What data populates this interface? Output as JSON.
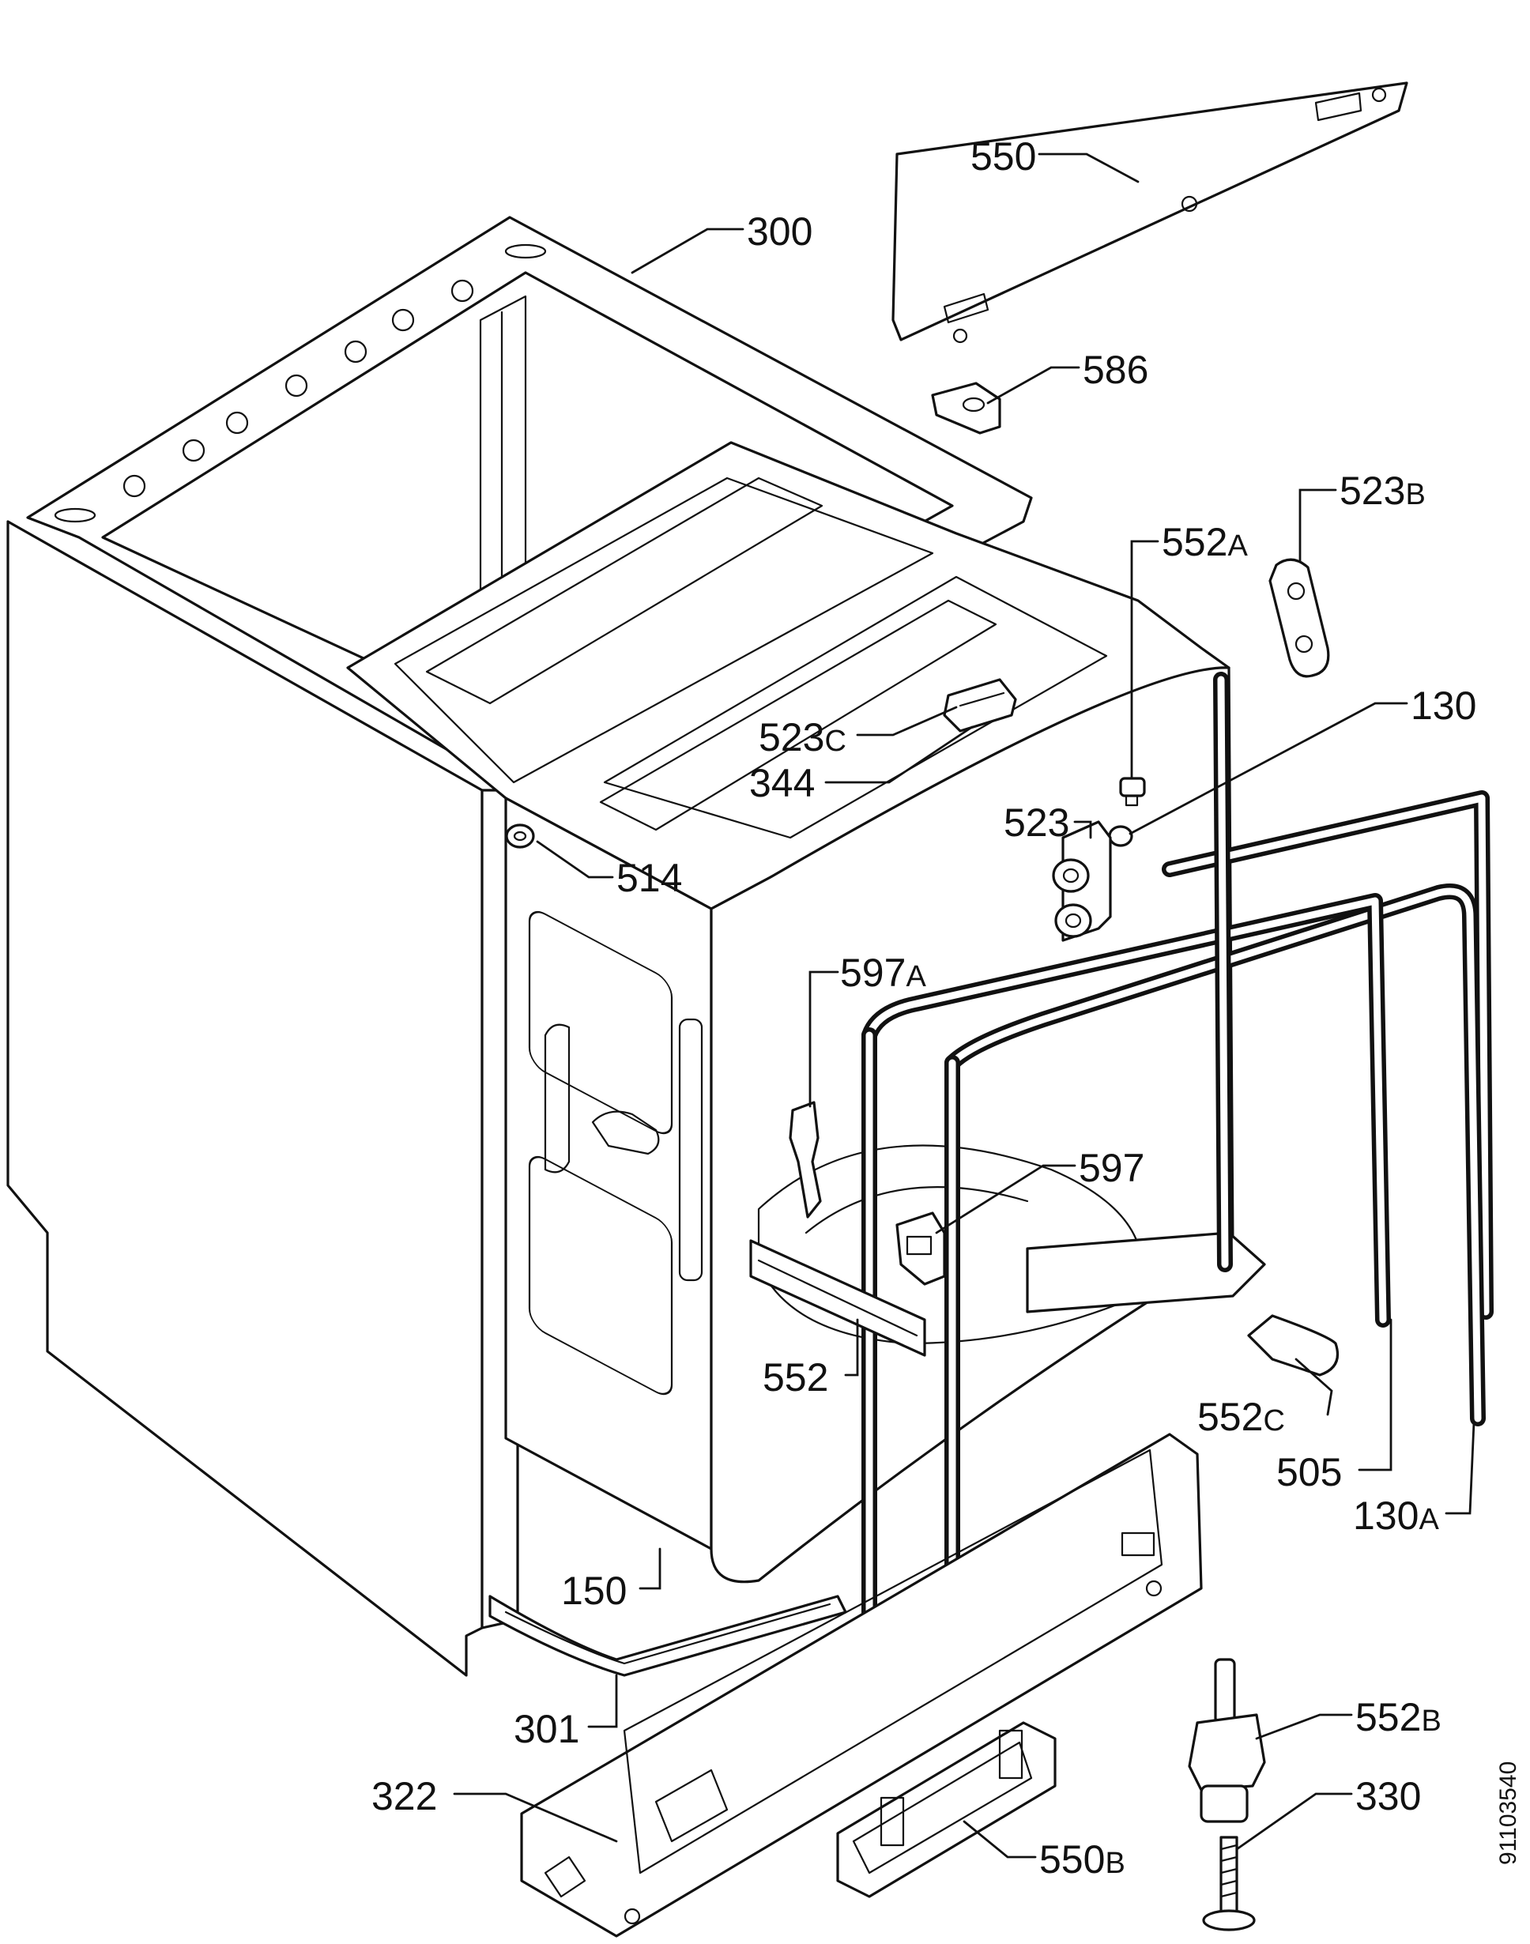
{
  "labels": {
    "l550": {
      "num": "550",
      "sfx": ""
    },
    "l300": {
      "num": "300",
      "sfx": ""
    },
    "l586": {
      "num": "586",
      "sfx": ""
    },
    "l523b": {
      "num": "523",
      "sfx": "B"
    },
    "l552a": {
      "num": "552",
      "sfx": "A"
    },
    "l130": {
      "num": "130",
      "sfx": ""
    },
    "l523c": {
      "num": "523",
      "sfx": "C"
    },
    "l344": {
      "num": "344",
      "sfx": ""
    },
    "l523": {
      "num": "523",
      "sfx": ""
    },
    "l514": {
      "num": "514",
      "sfx": ""
    },
    "l597a": {
      "num": "597",
      "sfx": "A"
    },
    "l597": {
      "num": "597",
      "sfx": ""
    },
    "l552": {
      "num": "552",
      "sfx": ""
    },
    "l552c": {
      "num": "552",
      "sfx": "C"
    },
    "l505": {
      "num": "505",
      "sfx": ""
    },
    "l130a": {
      "num": "130",
      "sfx": "A"
    },
    "l150": {
      "num": "150",
      "sfx": ""
    },
    "l552b": {
      "num": "552",
      "sfx": "B"
    },
    "l301": {
      "num": "301",
      "sfx": ""
    },
    "l322": {
      "num": "322",
      "sfx": ""
    },
    "l330": {
      "num": "330",
      "sfx": ""
    },
    "l550b": {
      "num": "550",
      "sfx": "B"
    }
  },
  "drawing_ref": "91103540"
}
